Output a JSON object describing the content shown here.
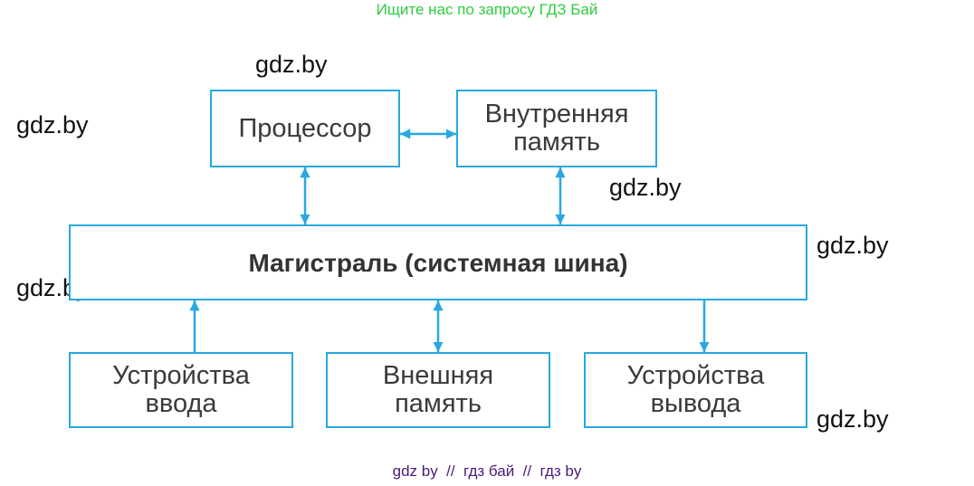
{
  "banner": "Ищите нас по запросу ГДЗ Бай",
  "watermark": "gdz.by",
  "footer": "gdz by  //  гдз бай  //  гдз by",
  "colors": {
    "box_border": "#29a8e0",
    "arrow": "#29a8e0",
    "banner": "#2ecc40",
    "footer": "#4b1a7a"
  },
  "nodes": {
    "processor": {
      "line1": "Процессор"
    },
    "internal_memory": {
      "line1": "Внутренняя",
      "line2": "память"
    },
    "bus": {
      "line1": "Магистраль (системная шина)"
    },
    "input_devices": {
      "line1": "Устройства",
      "line2": "ввода"
    },
    "external_memory": {
      "line1": "Внешняя",
      "line2": "память"
    },
    "output_devices": {
      "line1": "Устройства",
      "line2": "вывода"
    }
  }
}
